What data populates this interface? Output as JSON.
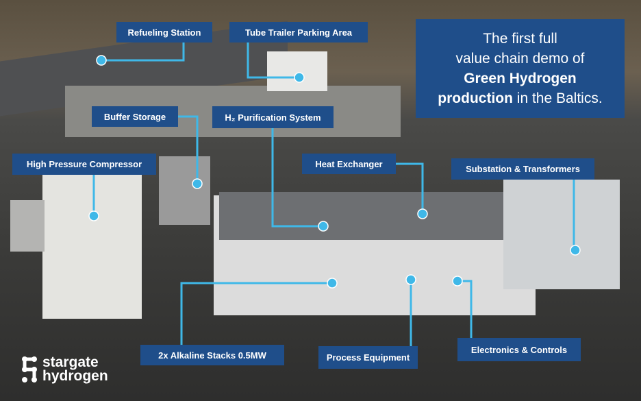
{
  "headline": {
    "line1": "The first full",
    "line2": "value chain demo of",
    "bold1": "Green Hydrogen",
    "bold2": "production",
    "rest": " in the Baltics."
  },
  "labels": {
    "refueling": "Refueling Station",
    "tube_trailer": "Tube Trailer Parking Area",
    "buffer": "Buffer Storage",
    "purification": "H₂ Purification System",
    "compressor": "High Pressure Compressor",
    "heat_exchanger": "Heat Exchanger",
    "substation": "Substation & Transformers",
    "alkaline": "2x Alkaline Stacks 0.5MW",
    "process": "Process Equipment",
    "electronics": "Electronics & Controls"
  },
  "logo": {
    "line1": "stargate",
    "line2": "hydrogen"
  },
  "colors": {
    "label_bg": "#1f4e8a",
    "connector": "#3fb8e8"
  }
}
